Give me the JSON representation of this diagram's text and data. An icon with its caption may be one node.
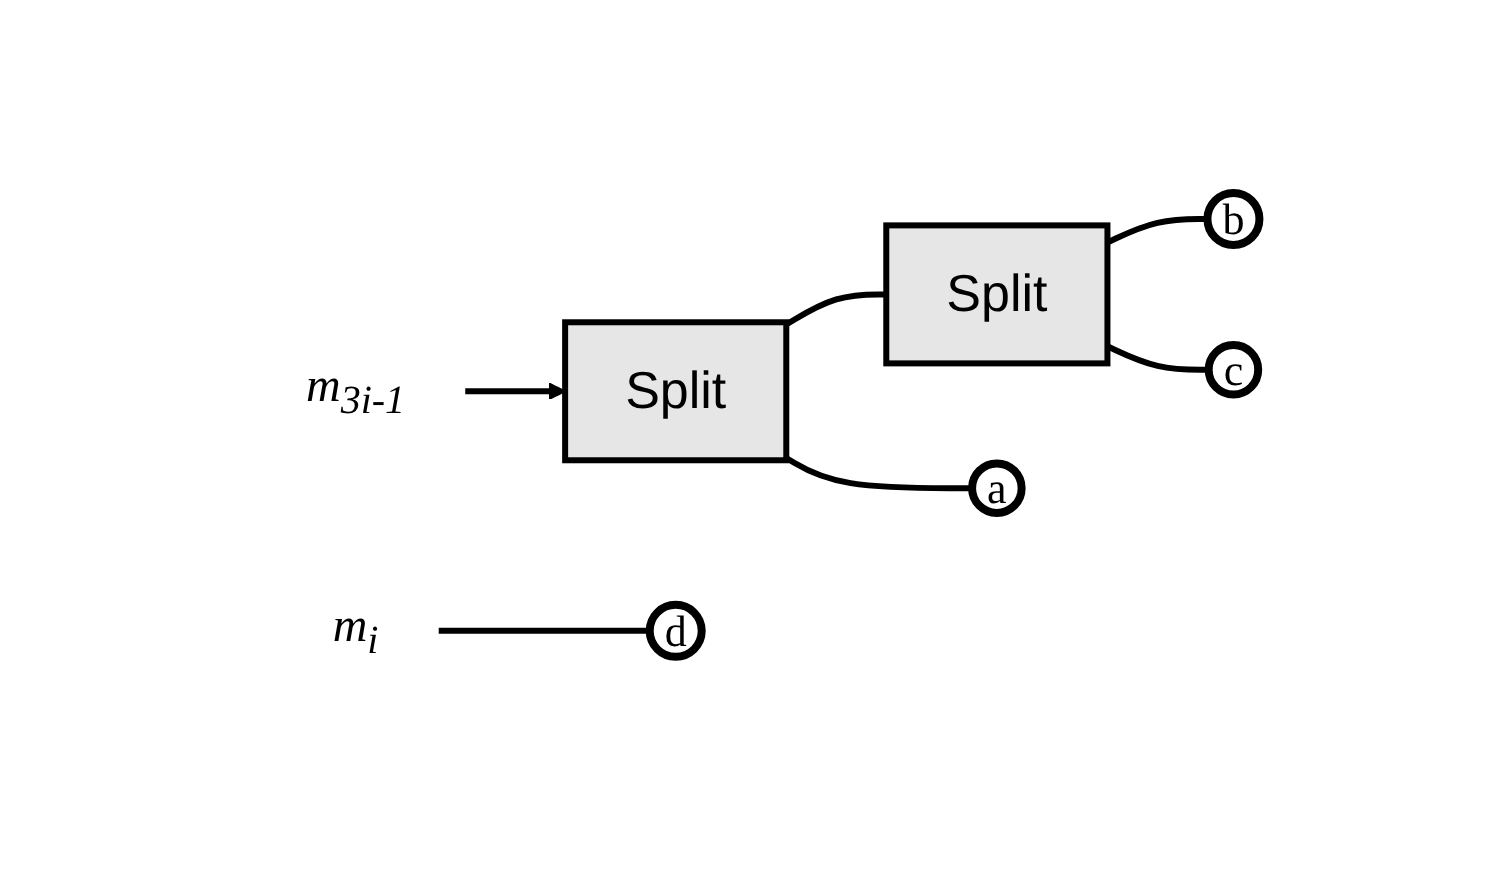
{
  "diagram": {
    "nodes": [
      {
        "text": [
          "Split"
        ]
      },
      {
        "text": [
          "Split"
        ]
      },
      {
        "text": [
          "m$_{3i-1}$"
        ]
      },
      {
        "text": [
          "m$_{i}$"
        ]
      },
      {
        "text": [
          "a"
        ]
      },
      {
        "text": [
          "b"
        ]
      },
      {
        "text": [
          "c"
        ]
      },
      {
        "text": [
          "d"
        ]
      }
    ],
    "edges": [
      {
        "from": 2,
        "to": 0,
        "arrow": "to"
      },
      {
        "from": 0,
        "to": 4,
        "arrow": "none"
      },
      {
        "from": 0,
        "to": 1,
        "arrow": "none"
      },
      {
        "from": 1,
        "to": 5,
        "arrow": "none"
      },
      {
        "from": 1,
        "to": 6,
        "arrow": "none"
      },
      {
        "from": 3,
        "to": 7,
        "arrow": "none"
      }
    ]
  }
}
